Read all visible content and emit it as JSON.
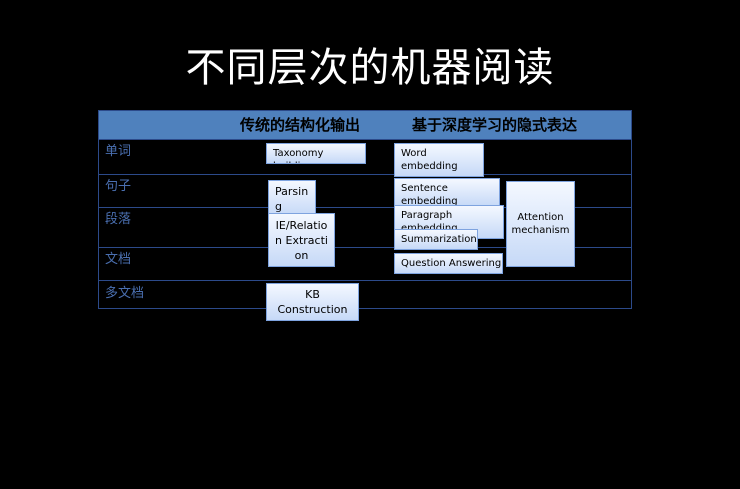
{
  "title": "不同层次的机器阅读",
  "columns": {
    "traditional": "传统的结构化输出",
    "deep": "基于深度学习的隐式表达"
  },
  "rows": [
    "单词",
    "句子",
    "段落",
    "文档",
    "多文档"
  ],
  "boxes": {
    "taxonomy": "Taxonomy building",
    "parsing": "Parsing",
    "ie_relation": "IE/Relation Extraction",
    "kb_construction": "KB Construction",
    "word_embedding": "Word embedding",
    "sentence_embedding": "Sentence embedding",
    "paragraph_embedding": "Paragraph embedding",
    "summarization": "Summarization",
    "question_answering": "Question Answering",
    "attention": "Attention mechanism"
  },
  "colors": {
    "background": "#000000",
    "header": "#4f81bd",
    "grid": "#2c4a8a",
    "row_label": "#4a6fb0",
    "box_border": "#7ea3df"
  }
}
